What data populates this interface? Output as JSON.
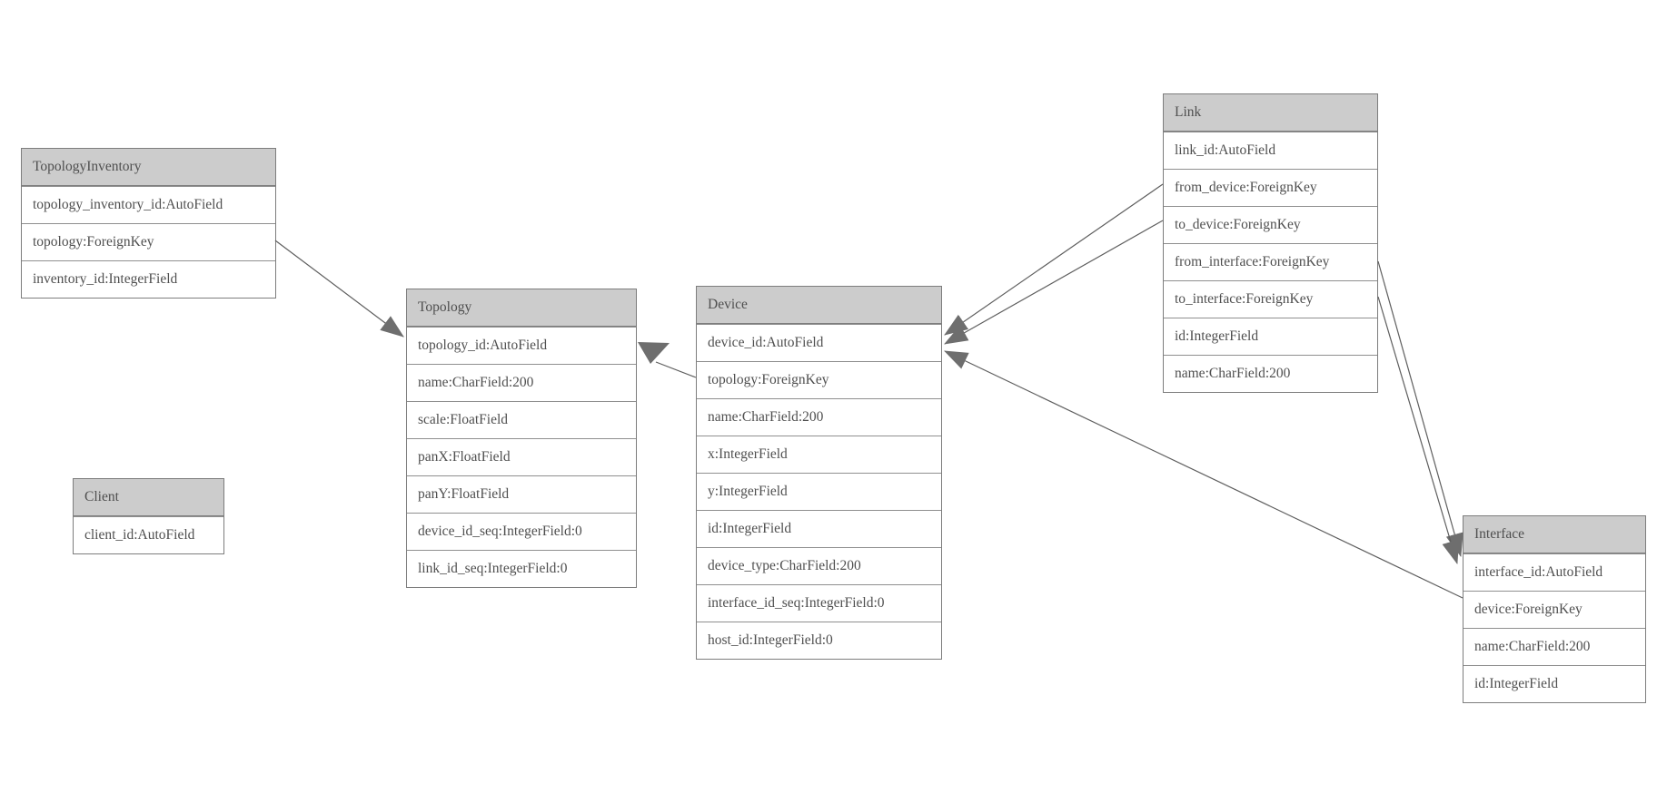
{
  "diagram": {
    "colors": {
      "background": "#ffffff",
      "header_fill": "#cccccc",
      "border": "#7d7d7d",
      "text": "#4f4f4f",
      "edge_line": "#5e5e5e",
      "arrowhead": "#6e6e6e"
    },
    "entities": [
      {
        "title": "TopologyInventory",
        "fields": [
          "topology_inventory_id:AutoField",
          "topology:ForeignKey",
          "inventory_id:IntegerField"
        ]
      },
      {
        "title": "Topology",
        "fields": [
          "topology_id:AutoField",
          "name:CharField:200",
          "scale:FloatField",
          "panX:FloatField",
          "panY:FloatField",
          "device_id_seq:IntegerField:0",
          "link_id_seq:IntegerField:0"
        ]
      },
      {
        "title": "Client",
        "fields": [
          "client_id:AutoField"
        ]
      },
      {
        "title": "Device",
        "fields": [
          "device_id:AutoField",
          "topology:ForeignKey",
          "name:CharField:200",
          "x:IntegerField",
          "y:IntegerField",
          "id:IntegerField",
          "device_type:CharField:200",
          "interface_id_seq:IntegerField:0",
          "host_id:IntegerField:0"
        ]
      },
      {
        "title": "Link",
        "fields": [
          "link_id:AutoField",
          "from_device:ForeignKey",
          "to_device:ForeignKey",
          "from_interface:ForeignKey",
          "to_interface:ForeignKey",
          "id:IntegerField",
          "name:CharField:200"
        ]
      },
      {
        "title": "Interface",
        "fields": [
          "interface_id:AutoField",
          "device:ForeignKey",
          "name:CharField:200",
          "id:IntegerField"
        ]
      }
    ],
    "relationships": [
      {
        "from": "TopologyInventory.topology",
        "to": "Topology"
      },
      {
        "from": "Device.topology",
        "to": "Topology"
      },
      {
        "from": "Link.from_device",
        "to": "Device"
      },
      {
        "from": "Link.to_device",
        "to": "Device"
      },
      {
        "from": "Interface.device",
        "to": "Device"
      },
      {
        "from": "Link.from_interface",
        "to": "Interface"
      },
      {
        "from": "Link.to_interface",
        "to": "Interface"
      }
    ]
  }
}
